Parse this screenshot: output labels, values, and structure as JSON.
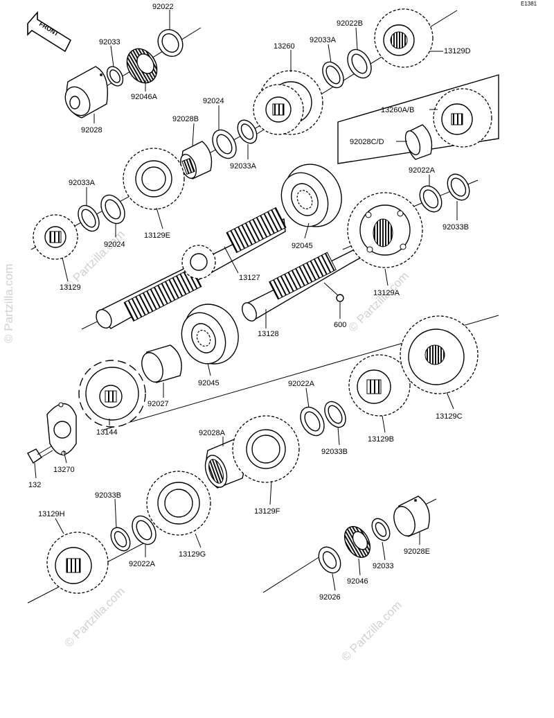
{
  "diagram": {
    "code": "E1381",
    "front_label": "FRONT",
    "watermark": "© Partzilla.com"
  },
  "parts": {
    "p92022": "92022",
    "p92033_top": "92033",
    "p92046A": "92046A",
    "p92028": "92028",
    "p13260": "13260",
    "p92033A_top": "92033A",
    "p92022B": "92022B",
    "p13129D": "13129D",
    "p13260AB": "13260A/B",
    "p92028CD": "92028C/D",
    "p92024_top": "92024",
    "p92028B": "92028B",
    "p92033A_mid": "92033A",
    "p92033A_left": "92033A",
    "p92024_left": "92024",
    "p13129E": "13129E",
    "p13129_left": "13129",
    "p92022A_right": "92022A",
    "p92033B_right": "92033B",
    "p92045_top": "92045",
    "p13127": "13127",
    "p13129A": "13129A",
    "p600": "600",
    "p13128": "13128",
    "p92045_mid": "92045",
    "p92027": "92027",
    "p13144": "13144",
    "p13270": "13270",
    "p132": "132",
    "p92022A_mid": "92022A",
    "p92033B_mid": "92033B",
    "p13129B": "13129B",
    "p13129C": "13129C",
    "p92028A": "92028A",
    "p13129F": "13129F",
    "p92033B_low": "92033B",
    "p13129H": "13129H",
    "p92022A_low": "92022A",
    "p13129G": "13129G",
    "p92028E": "92028E",
    "p92033_low": "92033",
    "p92046": "92046",
    "p92026": "92026"
  }
}
